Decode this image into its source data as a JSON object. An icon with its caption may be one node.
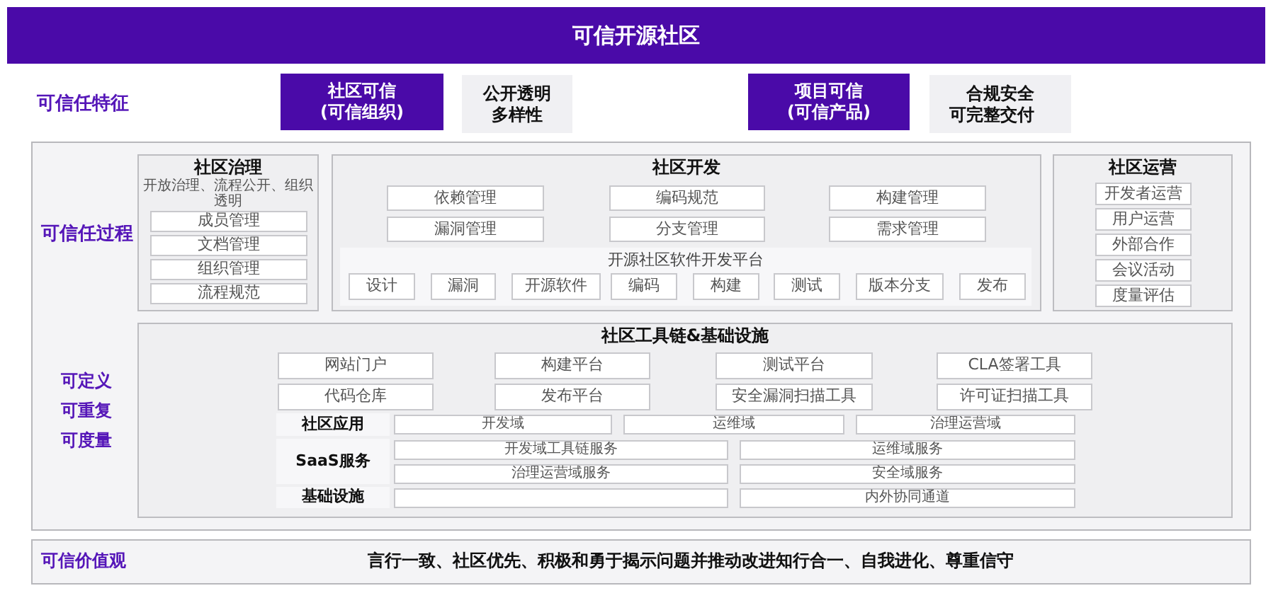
{
  "diagram": {
    "title": "可信开源社区",
    "nodes": [
      {
        "text": [
          "社区可信(可信组织)"
        ]
      },
      {
        "text": [
          "公开透明多样性"
        ]
      },
      {
        "text": [
          "项目可信(可信产品)"
        ]
      },
      {
        "text": [
          "合规安全可完整交付"
        ]
      },
      {
        "text": [
          "可信任过程",
          "可定义",
          "可重复",
          "可度量"
        ]
      },
      {
        "text": [
          "社区治理",
          "开放治理、流程公开、组织透明"
        ],
        "in": 4
      },
      {
        "text": [
          "成员管理"
        ],
        "in": 5
      },
      {
        "text": [
          "文档管理"
        ],
        "in": 5
      },
      {
        "text": [
          "组织管理"
        ],
        "in": 5
      },
      {
        "text": [
          "流程规范"
        ],
        "in": 5
      },
      {
        "text": [
          "社区开发"
        ],
        "in": 4
      },
      {
        "text": [
          "依赖管理"
        ],
        "in": 10
      },
      {
        "text": [
          "编码规范"
        ],
        "in": 10
      },
      {
        "text": [
          "构建管理"
        ],
        "in": 10
      },
      {
        "text": [
          "漏洞管理"
        ],
        "in": 10
      },
      {
        "text": [
          "分支管理"
        ],
        "in": 10
      },
      {
        "text": [
          "需求管理"
        ],
        "in": 10
      },
      {
        "text": [
          "开源社区软件开发平台"
        ],
        "in": 10
      },
      {
        "text": [
          "设计"
        ],
        "in": 17
      },
      {
        "text": [
          "漏洞"
        ],
        "in": 17
      },
      {
        "text": [
          "开源软件"
        ],
        "in": 17
      },
      {
        "text": [
          "编码"
        ],
        "in": 17
      },
      {
        "text": [
          "构建"
        ],
        "in": 17
      },
      {
        "text": [
          "测试"
        ],
        "in": 17
      },
      {
        "text": [
          "版本分支"
        ],
        "in": 17
      },
      {
        "text": [
          "发布"
        ],
        "in": 17
      },
      {
        "text": [
          "社区运营"
        ],
        "in": 4
      },
      {
        "text": [
          "开发者运营"
        ],
        "in": 26
      },
      {
        "text": [
          "用户运营"
        ],
        "in": 26
      },
      {
        "text": [
          "外部合作"
        ],
        "in": 26
      },
      {
        "text": [
          "会议活动"
        ],
        "in": 26
      },
      {
        "text": [
          "度量评估"
        ],
        "in": 26
      },
      {
        "text": [
          "社区工具链&基础设施"
        ],
        "in": 4
      },
      {
        "text": [
          "网站门户"
        ],
        "in": 32
      },
      {
        "text": [
          "构建平台"
        ],
        "in": 32
      },
      {
        "text": [
          "测试平台"
        ],
        "in": 32
      },
      {
        "text": [
          "CLA签署工具"
        ],
        "in": 32
      },
      {
        "text": [
          "代码仓库"
        ],
        "in": 32
      },
      {
        "text": [
          "发布平台"
        ],
        "in": 32
      },
      {
        "text": [
          "安全漏洞扫描工具"
        ],
        "in": 32
      },
      {
        "text": [
          "许可证扫描工具"
        ],
        "in": 32
      },
      {
        "text": [
          "社区应用"
        ],
        "in": 32
      },
      {
        "text": [
          "开发域"
        ],
        "in": 32
      },
      {
        "text": [
          "运维域"
        ],
        "in": 32
      },
      {
        "text": [
          "治理运营域"
        ],
        "in": 32
      },
      {
        "text": [
          "SaaS服务"
        ],
        "in": 32
      },
      {
        "text": [
          "开发域工具链服务"
        ],
        "in": 32
      },
      {
        "text": [
          "运维域服务"
        ],
        "in": 32
      },
      {
        "text": [
          "治理运营域服务"
        ],
        "in": 32
      },
      {
        "text": [
          "安全域服务"
        ],
        "in": 32
      },
      {
        "text": [
          "基础设施"
        ],
        "in": 32
      },
      {
        "text": [],
        "shape": "box",
        "in": 32
      },
      {
        "text": [
          "内外协同通道"
        ],
        "in": 32
      },
      {
        "text": [
          "可信价值观",
          "言行一致、社区优先、积极和勇于揭示问题并推动改进知行合一、自我进化、尊重信守"
        ]
      }
    ],
    "labels": [
      "可信任特征"
    ]
  }
}
